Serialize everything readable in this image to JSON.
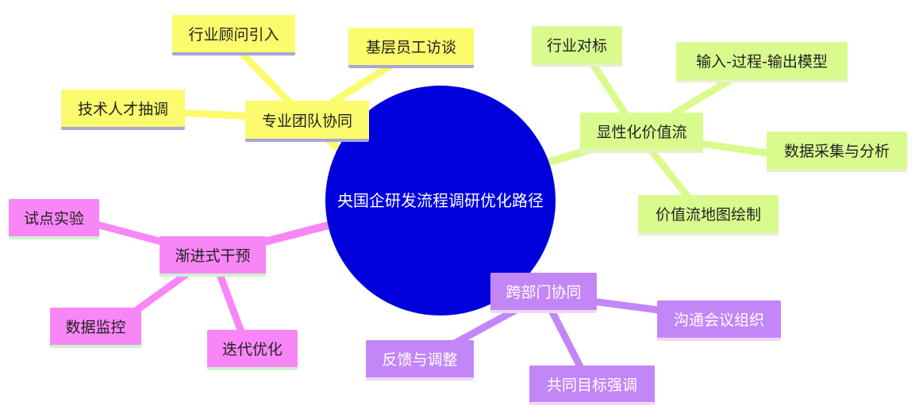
{
  "root": {
    "label": "央国企研发流程调研优化路径"
  },
  "branches": {
    "team": {
      "label": "专业团队协同",
      "children": [
        "行业顾问引入",
        "基层员工访谈",
        "技术人才抽调"
      ]
    },
    "value": {
      "label": "显性化价值流",
      "children": [
        "行业对标",
        "输入-过程-输出模型",
        "数据采集与分析",
        "价值流地图绘制"
      ]
    },
    "cross": {
      "label": "跨部门协同",
      "children": [
        "沟通会议组织",
        "共同目标强调",
        "反馈与调整"
      ]
    },
    "step": {
      "label": "渐进式干预",
      "children": [
        "试点实验",
        "数据监控",
        "迭代优化"
      ]
    }
  },
  "colors": {
    "center": "#0000dd",
    "team": "#fbfb6e",
    "value": "#d9fb8e",
    "cross": "#c386f7",
    "step": "#f986f7"
  }
}
